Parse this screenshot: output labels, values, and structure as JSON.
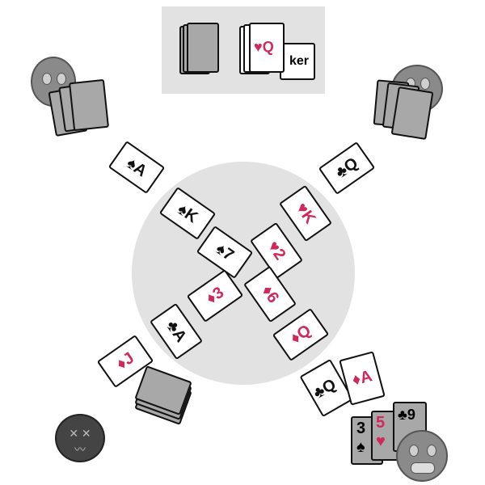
{
  "deck_area": {
    "discard_top": {
      "rank": "Q",
      "suit": "♥"
    },
    "joker_text": "ker"
  },
  "table_cards": [
    {
      "rank": "A",
      "suit": "♠",
      "color": "#111111"
    },
    {
      "rank": "K",
      "suit": "♠",
      "color": "#111111"
    },
    {
      "rank": "Q",
      "suit": "♣",
      "color": "#111111"
    },
    {
      "rank": "K",
      "suit": "♥",
      "color": "#d0285a"
    },
    {
      "rank": "7",
      "suit": "♠",
      "color": "#111111"
    },
    {
      "rank": "2",
      "suit": "♥",
      "color": "#d0285a"
    },
    {
      "rank": "3",
      "suit": "♦",
      "color": "#d0285a"
    },
    {
      "rank": "6",
      "suit": "♦",
      "color": "#d0285a"
    },
    {
      "rank": "A",
      "suit": "♣",
      "color": "#111111"
    },
    {
      "rank": "Q",
      "suit": "♦",
      "color": "#d0285a"
    },
    {
      "rank": "J",
      "suit": "♦",
      "color": "#d0285a"
    },
    {
      "rank": "Q",
      "suit": "♣",
      "color": "#111111"
    },
    {
      "rank": "A",
      "suit": "♦",
      "color": "#d0285a"
    }
  ],
  "player_hand": [
    {
      "rank": "3",
      "suit": "♠"
    },
    {
      "rank": "5",
      "suit": "♥"
    },
    {
      "rank": "9",
      "suit": "♣"
    }
  ],
  "colors": {
    "red": "#d0285a",
    "table": "#e2e2e2"
  }
}
